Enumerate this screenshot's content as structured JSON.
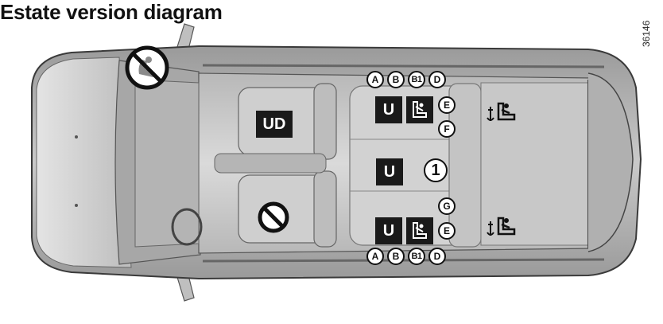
{
  "title": "Estate version diagram",
  "reference_code": "36146",
  "seat_labels": {
    "ud": "UD",
    "u": "U"
  },
  "callout": "1",
  "letters": {
    "a": "A",
    "b": "B",
    "b1": "B1",
    "d": "D",
    "e": "E",
    "f": "F",
    "g": "G"
  },
  "icons": {
    "no_child_seat_front": "no-rear-facing-child-seat-icon",
    "prohibited": "prohibited-icon",
    "child_seat": "child-seat-icon",
    "isofix_anchor": "isofix-anchor-icon"
  },
  "colors": {
    "label_bg": "#1a1a1a",
    "label_text": "#ffffff"
  }
}
